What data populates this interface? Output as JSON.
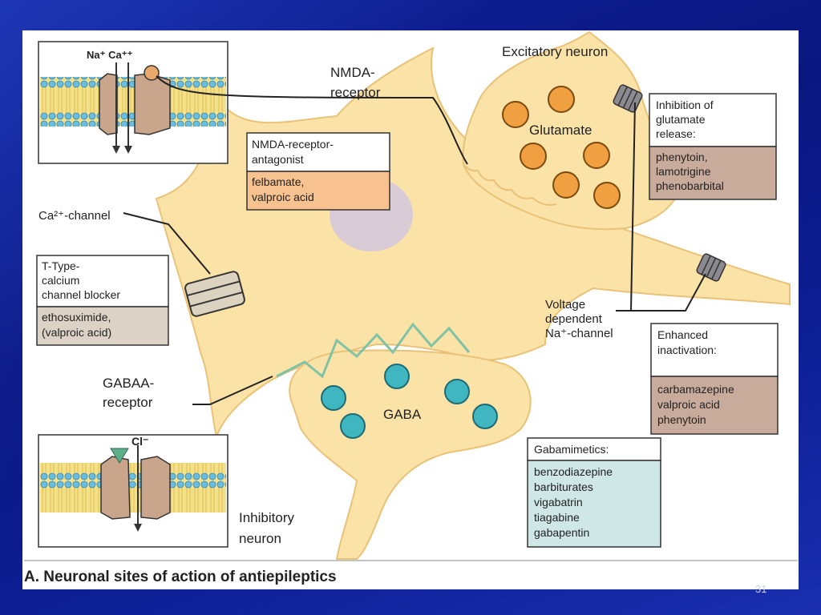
{
  "diagram": {
    "labels": {
      "excitatory_neuron": "Excitatory neuron",
      "inhibitory_neuron_1": "Inhibitory",
      "inhibitory_neuron_2": "neuron",
      "nmda_receptor_1": "NMDA-",
      "nmda_receptor_2": "receptor",
      "glutamate": "Glutamate",
      "gaba": "GABA",
      "ca_channel": "Ca²⁺-channel",
      "gaba_receptor_1": "GABAA-",
      "gaba_receptor_2": "receptor",
      "na_ca": "Na⁺ Ca⁺⁺",
      "cl": "Cl⁻",
      "voltage_na_1": "Voltage",
      "voltage_na_2": "dependent",
      "voltage_na_3": "Na⁺-channel"
    },
    "boxes": {
      "nmda_antagonist": {
        "title": [
          "NMDA-receptor-",
          "antagonist"
        ],
        "drugs": [
          "felbamate,",
          "valproic acid"
        ]
      },
      "glutamate_inhibition": {
        "title": [
          "Inhibition of",
          "glutamate",
          "release:"
        ],
        "drugs": [
          "phenytoin,",
          "lamotrigine",
          "phenobarbital"
        ]
      },
      "t_type": {
        "title": [
          "T-Type-",
          "calcium",
          "channel blocker"
        ],
        "drugs": [
          "ethosuximide,",
          "(valproic acid)"
        ]
      },
      "enhanced_inactivation": {
        "title": [
          "Enhanced",
          "inactivation:"
        ],
        "drugs": [
          "carbamazepine",
          "valproic acid",
          "phenytoin"
        ]
      },
      "gabamimetics": {
        "title": [
          "Gabamimetics:"
        ],
        "drugs": [
          "benzodiazepine",
          "barbiturates",
          "vigabatrin",
          "tiagabine",
          "gabapentin"
        ]
      }
    },
    "caption": "A. Neuronal sites of action of antiepileptics",
    "page_number": "31",
    "colors": {
      "neuron": "#fbe3a8",
      "neuron_stroke": "#e9c278",
      "orange_box": "#f7c28f",
      "brown_box": "#c9ab9c",
      "tan_box": "#dcd3c6",
      "teal_box": "#cfe7e7",
      "membrane_blue": "#5fb0d8",
      "membrane_yellow": "#f1dc78",
      "channel": "#c9a58b",
      "vesicle_orange": "#f0a040",
      "vesicle_teal": "#3fb6c0"
    }
  }
}
